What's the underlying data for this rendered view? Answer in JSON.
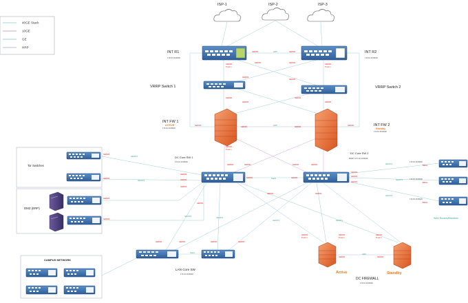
{
  "legend": [
    {
      "label": "40GE Stack",
      "color": "#a8d8d0"
    },
    {
      "label": "10GE",
      "color": "#c7a8d0"
    },
    {
      "label": "GE",
      "color": "#9ecfd6"
    },
    {
      "label": "HRP",
      "color": "#b8b8e0"
    }
  ],
  "isps": [
    {
      "id": "isp1",
      "label": "ISP-1"
    },
    {
      "id": "isp2",
      "label": "ISP-2"
    },
    {
      "id": "isp3",
      "label": "ISP-3"
    }
  ],
  "devices": {
    "int_r1": {
      "label": "INT R1",
      "ip": "172.16.16.80/29"
    },
    "int_r2": {
      "label": "INT R2",
      "ip": "172.16.16.80/29"
    },
    "vrrp1": {
      "label": "VRRP Switch 1"
    },
    "vrrp2": {
      "label": "VRRP Switch 2"
    },
    "int_fw1": {
      "label": "INT FW 1",
      "state": "ACTIVE",
      "ip": "172.16.16.80/29"
    },
    "int_fw2": {
      "label": "INT FW 2",
      "state": "Standby",
      "ip": "172.16.16.80/29"
    },
    "dc_core1": {
      "label": "DC Core SW 1",
      "ip": "172.16.16.80/29"
    },
    "dc_core2": {
      "label": "DC Core SW 2",
      "ip": "MGMT 172.16.16.80/29"
    },
    "tor": {
      "label": "Tor Switches"
    },
    "dmz": {
      "label": "DMZ (ERP)"
    },
    "campus": {
      "label": "CAMPUS NETWORK"
    },
    "lan_core": {
      "label": "LAN Core SW",
      "ip": "172.16.16.80/29"
    },
    "dc_fw": {
      "label": "DC FIREWALL",
      "ip": "172.16.16.80/29",
      "active": "Active",
      "standby": "Standby"
    },
    "wan": {
      "label": "WAN Routers/Branches"
    }
  },
  "link_labels": {
    "hrp": "HRP",
    "stack": "Stack",
    "port": "GE0/0/1",
    "trunk": "Trunk 1"
  },
  "branch_labels": [
    {
      "ip": "172.16.16.80/29",
      "name": "BRCH"
    },
    {
      "ip": "172.16.16.80/29",
      "name": "BRCH"
    },
    {
      "ip": "172.16.16.80/29",
      "name": "BRCH"
    }
  ]
}
